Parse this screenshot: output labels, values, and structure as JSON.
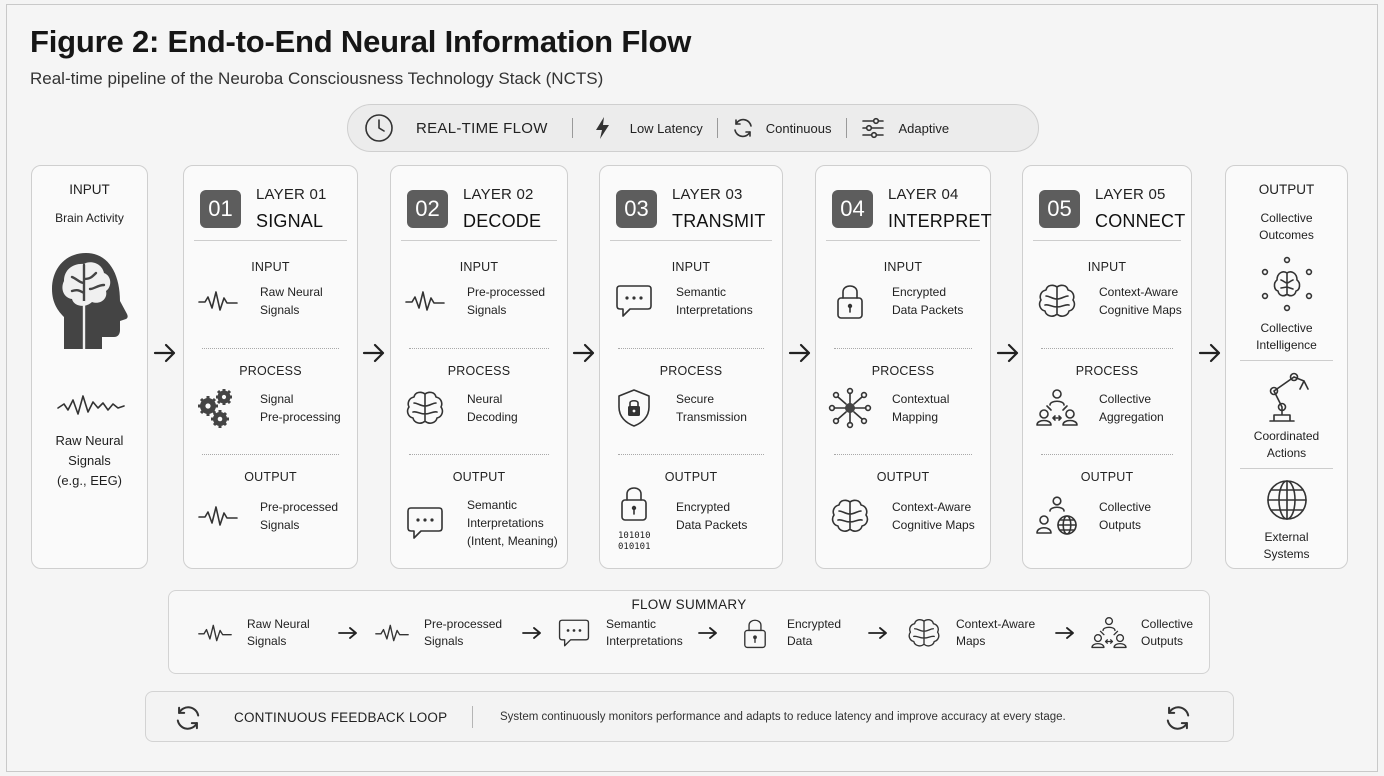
{
  "title": "Figure 2: End-to-End Neural Information Flow",
  "subtitle": "Real-time pipeline of the Neuroba Consciousness Technology Stack (NCTS)",
  "flow_bar": {
    "main": "REAL-TIME FLOW",
    "items": [
      "Low Latency",
      "Continuous",
      "Adaptive"
    ]
  },
  "input_panel": {
    "heading": "INPUT",
    "subheading": "Brain Activity",
    "signal_label_1": "Raw Neural",
    "signal_label_2": "Signals",
    "signal_label_3": "(e.g., EEG)"
  },
  "section_labels": {
    "input": "INPUT",
    "process": "PROCESS",
    "output": "OUTPUT"
  },
  "layers": [
    {
      "num": "01",
      "label": "LAYER 01",
      "name": "SIGNAL",
      "input": [
        "Raw Neural",
        "Signals"
      ],
      "process": [
        "Signal",
        "Pre-processing"
      ],
      "output": [
        "Pre-processed",
        "Signals"
      ]
    },
    {
      "num": "02",
      "label": "LAYER 02",
      "name": "DECODE",
      "input": [
        "Pre-processed",
        "Signals"
      ],
      "process": [
        "Neural",
        "Decoding"
      ],
      "output": [
        "Semantic",
        "Interpretations",
        "(Intent, Meaning)"
      ]
    },
    {
      "num": "03",
      "label": "LAYER 03",
      "name": "TRANSMIT",
      "input": [
        "Semantic",
        "Interpretations"
      ],
      "process": [
        "Secure",
        "Transmission"
      ],
      "output": [
        "Encrypted",
        "Data Packets"
      ],
      "binary": [
        "101010",
        "010101"
      ]
    },
    {
      "num": "04",
      "label": "LAYER 04",
      "name": "INTERPRET",
      "input": [
        "Encrypted",
        "Data Packets"
      ],
      "process": [
        "Contextual",
        "Mapping"
      ],
      "output": [
        "Context-Aware",
        "Cognitive Maps"
      ]
    },
    {
      "num": "05",
      "label": "LAYER 05",
      "name": "CONNECT",
      "input": [
        "Context-Aware",
        "Cognitive Maps"
      ],
      "process": [
        "Collective",
        "Aggregation"
      ],
      "output": [
        "Collective",
        "Outputs"
      ]
    }
  ],
  "output_panel": {
    "heading": "OUTPUT",
    "items": [
      [
        "Collective",
        "Outcomes"
      ],
      [
        "Collective",
        "Intelligence"
      ],
      [
        "Coordinated",
        "Actions"
      ],
      [
        "External",
        "Systems"
      ]
    ]
  },
  "flow_summary": {
    "title": "FLOW SUMMARY",
    "items": [
      [
        "Raw Neural",
        "Signals"
      ],
      [
        "Pre-processed",
        "Signals"
      ],
      [
        "Semantic",
        "Interpretations"
      ],
      [
        "Encrypted",
        "Data"
      ],
      [
        "Context-Aware",
        "Maps"
      ],
      [
        "Collective",
        "Outputs"
      ]
    ]
  },
  "feedback": {
    "label": "CONTINUOUS FEEDBACK LOOP",
    "description": "System continuously monitors performance and adapts to reduce latency and improve accuracy at every stage."
  }
}
